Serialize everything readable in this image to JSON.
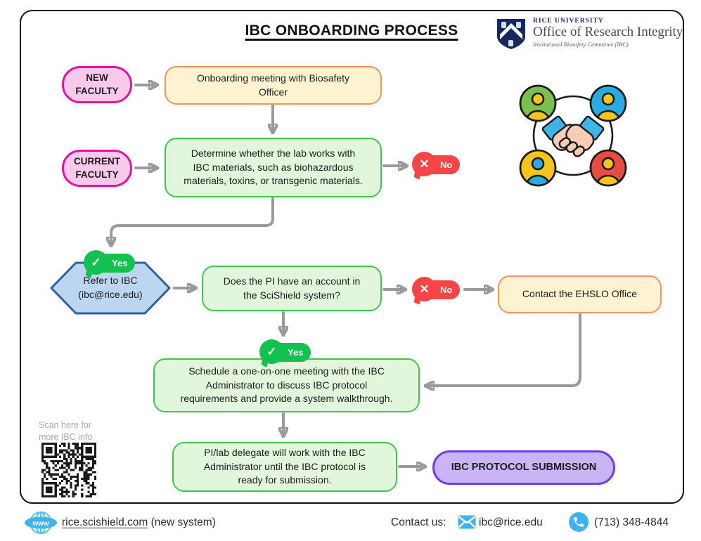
{
  "title": "IBC ONBOARDING PROCESS",
  "logo": {
    "university": "RICE UNIVERSITY",
    "office": "Office of Research Integrity",
    "committee": "Institutional Biosafety Committee (IBC)"
  },
  "nodes": {
    "new_faculty": "NEW\nFACULTY",
    "current_faculty": "CURRENT\nFACULTY",
    "onboarding": "Onboarding meeting with Biosafety\nOfficer",
    "determine": "Determine whether the lab works with\nIBC materials, such as biohazardous\nmaterials, toxins, or transgenic materials.",
    "refer_ibc": "Refer to IBC\n(ibc@rice.edu)",
    "scishield_question": "Does the PI have an account in\nthe SciShield system?",
    "contact_ehslo": "Contact the EHSLO Office",
    "schedule": "Schedule a one-on-one meeting with the IBC\nAdministrator to discuss IBC protocol\nrequirements and provide a system walkthrough.",
    "pi_delegate": "PI/lab delegate will work with the IBC\nAdministrator until the IBC protocol is\nready for submission.",
    "submission": "IBC PROTOCOL SUBMISSION"
  },
  "badges": {
    "yes": "Yes",
    "no": "No"
  },
  "qr": {
    "caption": "Scan here for\nmore IBC info"
  },
  "footer": {
    "website": "rice.scishield.com",
    "website_note": "(new system)",
    "contact_label": "Contact us:",
    "email": "ibc@rice.edu",
    "phone": "(713) 348-4844"
  },
  "colors": {
    "pink_fill": "#F8C9EB",
    "pink_border": "#E0169E",
    "green_fill": "#E2F6DC",
    "green_border": "#3CC651",
    "yellow_fill": "#FDF3D1",
    "yellow_border": "#F59264",
    "purple_fill": "#C9B5F5",
    "purple_border": "#6C3BF5",
    "hex_fill": "#BCD6EF",
    "hex_border": "#2F5FA6",
    "yes_green": "#12C150",
    "no_red": "#F54545",
    "arrow_gray": "#9A9A9A",
    "footer_blue": "#3FB3EE",
    "navy": "#14295E"
  }
}
